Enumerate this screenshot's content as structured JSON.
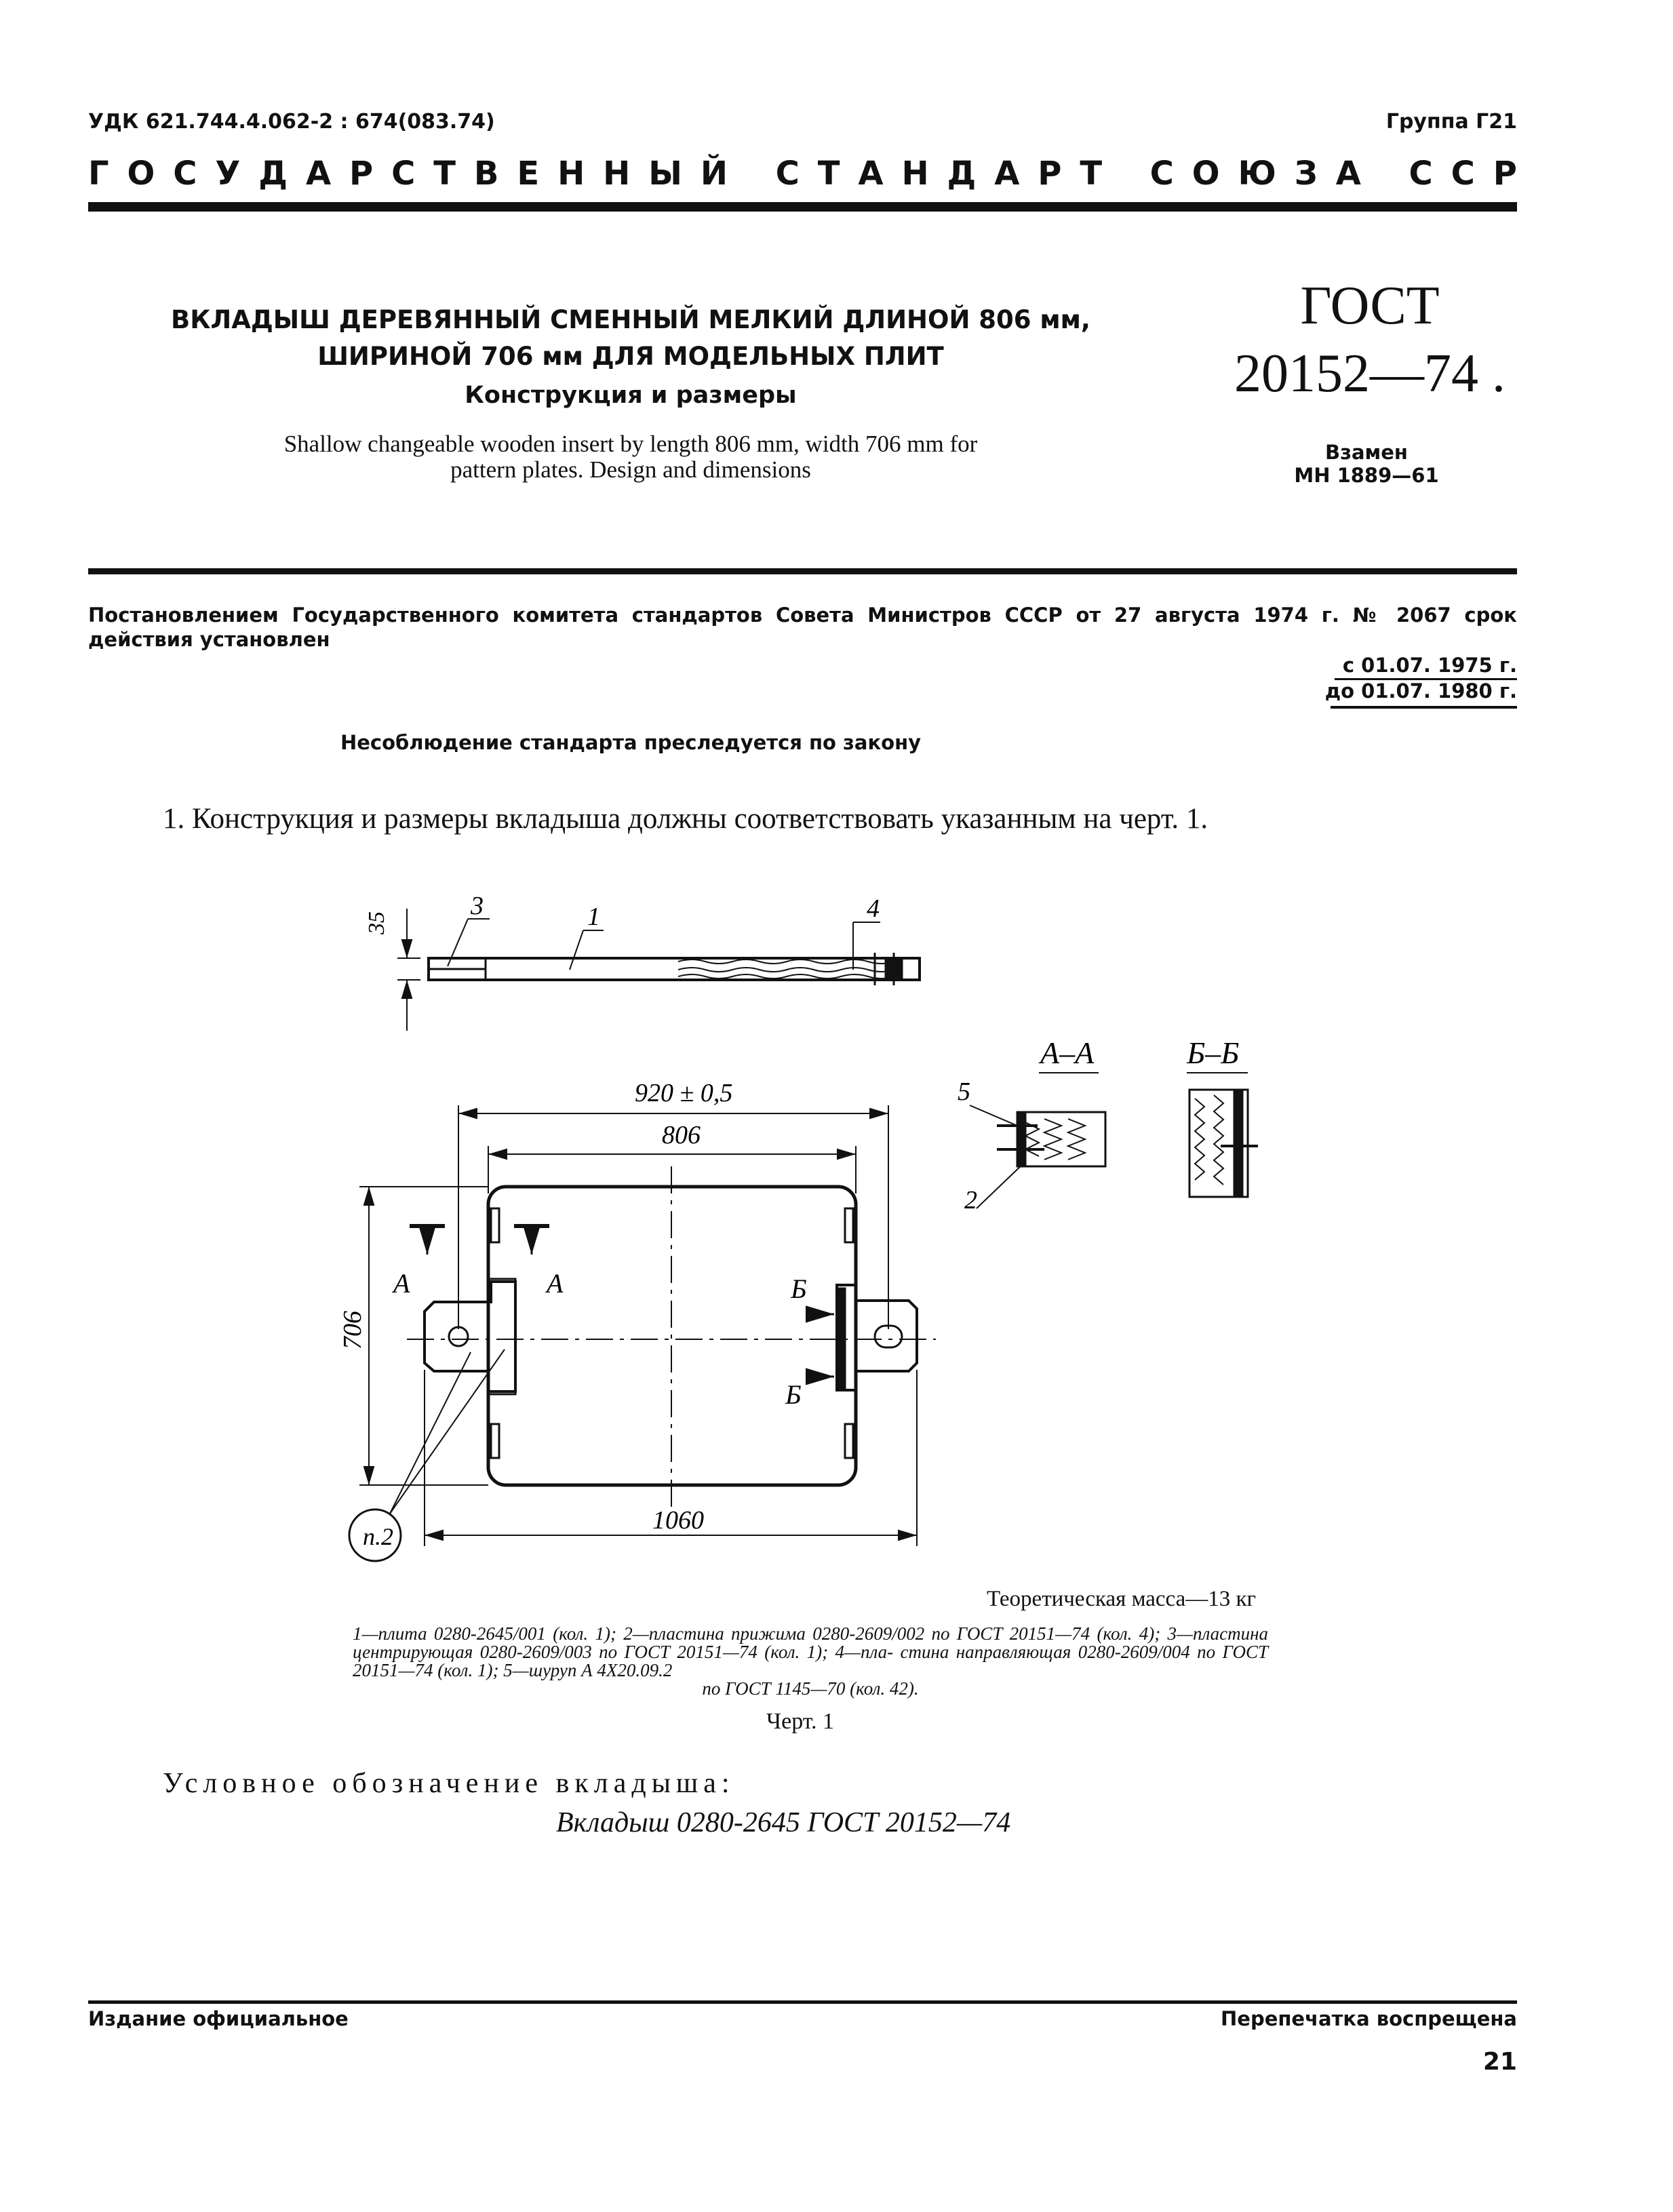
{
  "header": {
    "udk": "УДК 621.744.4.062-2 : 674(083.74)",
    "group": "Группа Г21",
    "state_words": [
      "ГОСУДАРСТВЕННЫЙ",
      "СТАНДАРТ",
      "СОЮЗА",
      "ССР"
    ]
  },
  "title": {
    "line1": "ВКЛАДЫШ ДЕРЕВЯННЫЙ СМЕННЫЙ МЕЛКИЙ ДЛИНОЙ 806 мм,",
    "line2": "ШИРИНОЙ 706 мм ДЛЯ МОДЕЛЬНЫХ ПЛИТ",
    "subtitle": "Конструкция и размеры",
    "english_line1": "Shallow changeable wooden insert by length 806 mm, width 706 mm for",
    "english_line2": "pattern plates. Design and dimensions"
  },
  "gost": {
    "code": "ГОСТ",
    "number": "20152—74 .",
    "replaces_label": "Взамен",
    "replaces_value": "МН 1889—61"
  },
  "resolution": {
    "line1": "Постановлением Государственного комитета стандартов Совета Министров СССР от 27 августа 1974 г. № 2067 срок",
    "line2": "действия установлен",
    "valid_from": "с 01.07. 1975 г.",
    "valid_to": "до 01.07. 1980 г."
  },
  "warning": "Несоблюдение стандарта преследуется по закону",
  "paragraph1": "1. Конструкция и размеры вкладыша должны соответствовать указанным на черт. 1.",
  "drawing": {
    "dim_35": "35",
    "dim_920": "920 ± 0,5",
    "dim_806": "806",
    "dim_706": "706",
    "dim_1060": "1060",
    "ref_1": "1",
    "ref_2": "2",
    "ref_3": "3",
    "ref_4": "4",
    "ref_5": "5",
    "section_aa": "А–А",
    "section_bb": "Б–Б",
    "mark_a": "А",
    "mark_b": "Б",
    "note_ref": "п.2"
  },
  "mass": "Теоретическая масса—13 кг",
  "legend": {
    "line1": "1—плита 0280-2645/001 (кол. 1); 2—пластина прижима 0280-2609/002 по ГОСТ 20151—74",
    "line2": "(кол. 4); 3—пластина центрирующая 0280-2609/003 по ГОСТ 20151—74 (кол. 1); 4—пла- стина направляющая 0280-2609/004 по ГОСТ 20151—74 (кол. 1); 5—шуруп А 4Х20.09.2",
    "line3": "по ГОСТ 1145—70 (кол. 42)."
  },
  "figure_label": "Черт. 1",
  "designation": {
    "label": "Условное обозначение вкладыша:",
    "value": "Вкладыш 0280-2645 ГОСТ 20152—74"
  },
  "footer": {
    "left": "Издание официальное",
    "right": "Перепечатка воспрещена",
    "page": "21"
  }
}
